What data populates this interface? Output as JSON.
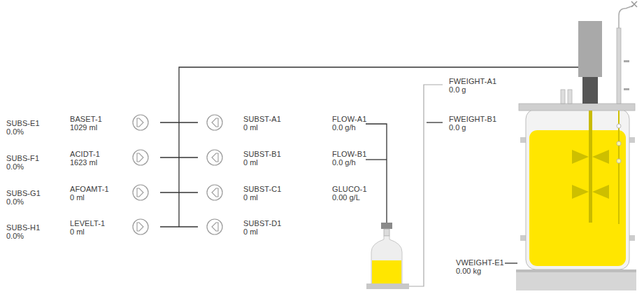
{
  "diagram": {
    "labels": [
      "SUBS-E1",
      "0.0%",
      "SUBS-F1",
      "0.0%",
      "SUBS-G1",
      "0.0%",
      "SUBS-H1",
      "0.0%",
      "BASET-1",
      "1029 ml",
      "ACIDT-1",
      "1623 ml",
      "AFOAMT-1",
      "0 ml",
      "LEVELT-1",
      "0 ml",
      "SUBST-A1",
      "0 ml",
      "SUBST-B1",
      "0 ml",
      "SUBST-C1",
      "0 ml",
      "SUBST-D1",
      "0 ml",
      "FLOW-A1",
      "0.0 g/h",
      "FLOW-B1",
      "0.0 g/h",
      "GLUCO-1",
      "0.00 g/L",
      "FWEIGHT-A1",
      "0.0 g",
      "FWEIGHT-B1",
      "0.0 g",
      "VWEIGHT-E1",
      "0.00 kg"
    ]
  }
}
